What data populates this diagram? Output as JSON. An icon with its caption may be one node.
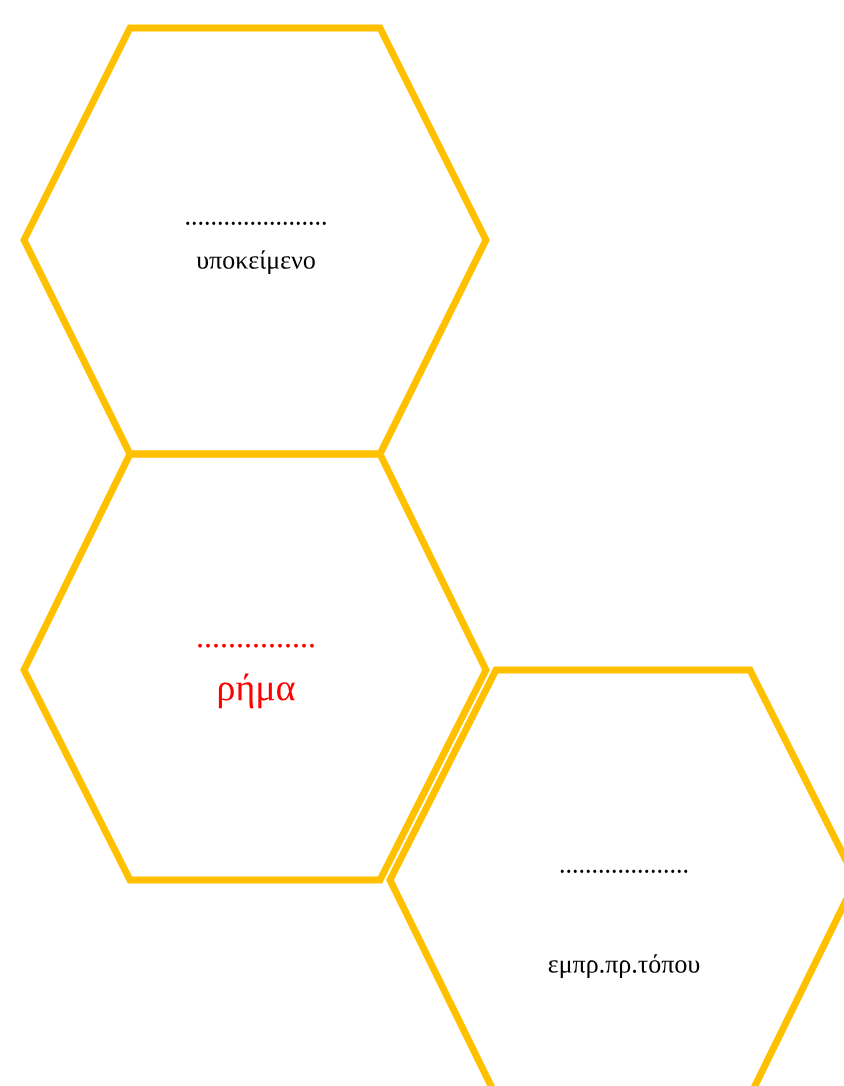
{
  "diagram": {
    "nodes": [
      {
        "text": [
          "......................",
          "υποκείμενο"
        ]
      },
      {
        "text": [
          "...............",
          "ρήμα"
        ]
      },
      {
        "text": [
          "....................",
          "εμπρ.πρ.τόπου"
        ]
      }
    ]
  }
}
